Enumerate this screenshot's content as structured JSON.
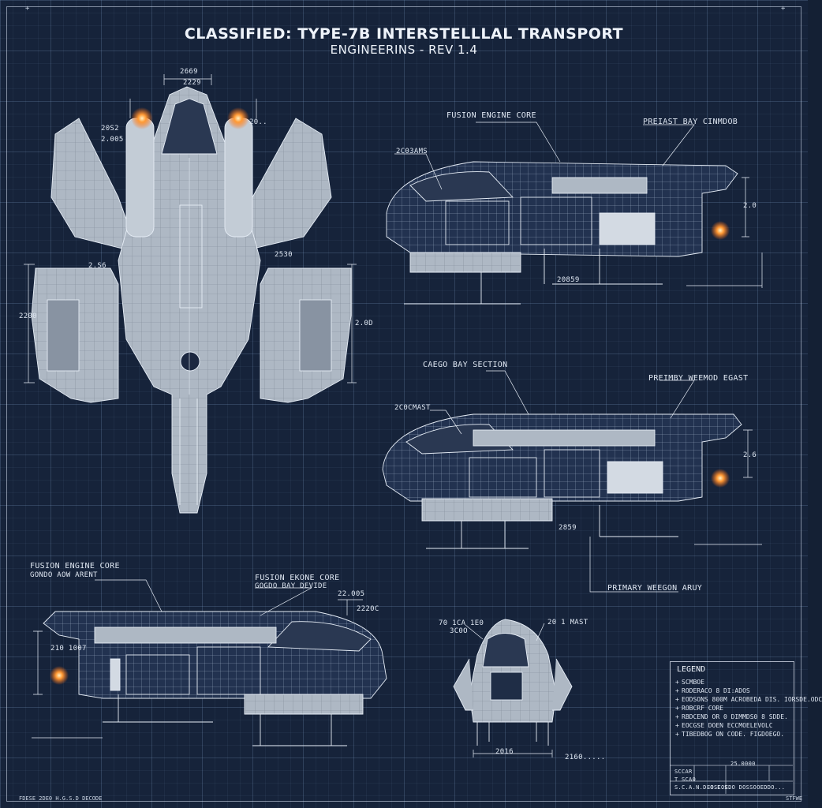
{
  "title": {
    "main": "CLASSIFIED: TYPE-7B INTERSTELLLAL TRANSPORT",
    "sub": "ENGINEERINS - REV 1.4"
  },
  "labels": {
    "top_fusion": "FUSION ENGINE CORE",
    "top_primary_bay": "PREIAST BAY CINMDOB",
    "top_left": "2C03AMS",
    "top_bottom": "20859",
    "cargo_bay": "CAEGO BAY SECTION",
    "mid_primary": "PREIMBY WEEMOD EGAST",
    "mid_left": "2C0CMAST",
    "mid_bottom": "2859",
    "primary_weapon": "PRIMARY WEEGON ARUY",
    "bl_fusion": "FUSION ENGINE CORE",
    "bl_cargo": "GONDO AOW ARENT",
    "bc_fusion": "FUSION EKONE CORE",
    "bc_cargo": "GOGDO BAY DEVIDE",
    "bl_dim_a": "22.005",
    "bl_dim_b": "2220C",
    "bl_left": "210 1007",
    "front_left_a": "70 1CA 1E0",
    "front_left_b": "3C0O",
    "front_right": "20 1 MAST",
    "front_bottom": "2016",
    "front_bottom_right": "2160.....",
    "top_dims": [
      "2669",
      "2229",
      "20S2",
      "2.005",
      "20..",
      "2.S6",
      "2530",
      "2200",
      "2.0D",
      "2.0",
      "2.6"
    ]
  },
  "legend": {
    "title": "LEGEND",
    "items": [
      "SCMBOE",
      "RODERACO 8 DI:ADOS",
      "EODSONS 800M ACROBEDA DIS. IORSDE.ODC",
      "ROBCRF CORE",
      "RBDCEND OR 0 DIMMDS0 8 SDDE.",
      "EOCGSE DOEN ECCMOELEVOLC",
      "TIBEDBOG ON CODE. FIGDOEGO."
    ]
  },
  "title_block": {
    "cell_a": "SCCAR",
    "cell_b": "25.0000",
    "cell_c": "S.C.A.N.D.O.E.S.",
    "cell_d": "T SCA0",
    "footer": "EOSCOEDO DOSSOOEDDO..."
  },
  "footer": "FDESE 2DE0 H.G.S.D DECODE",
  "corner": "STFWE",
  "colors": {
    "background": "#16233a",
    "line": "#e6edf6",
    "hull": "#b8c1cc",
    "engine_glow": "#ff8a2a"
  }
}
